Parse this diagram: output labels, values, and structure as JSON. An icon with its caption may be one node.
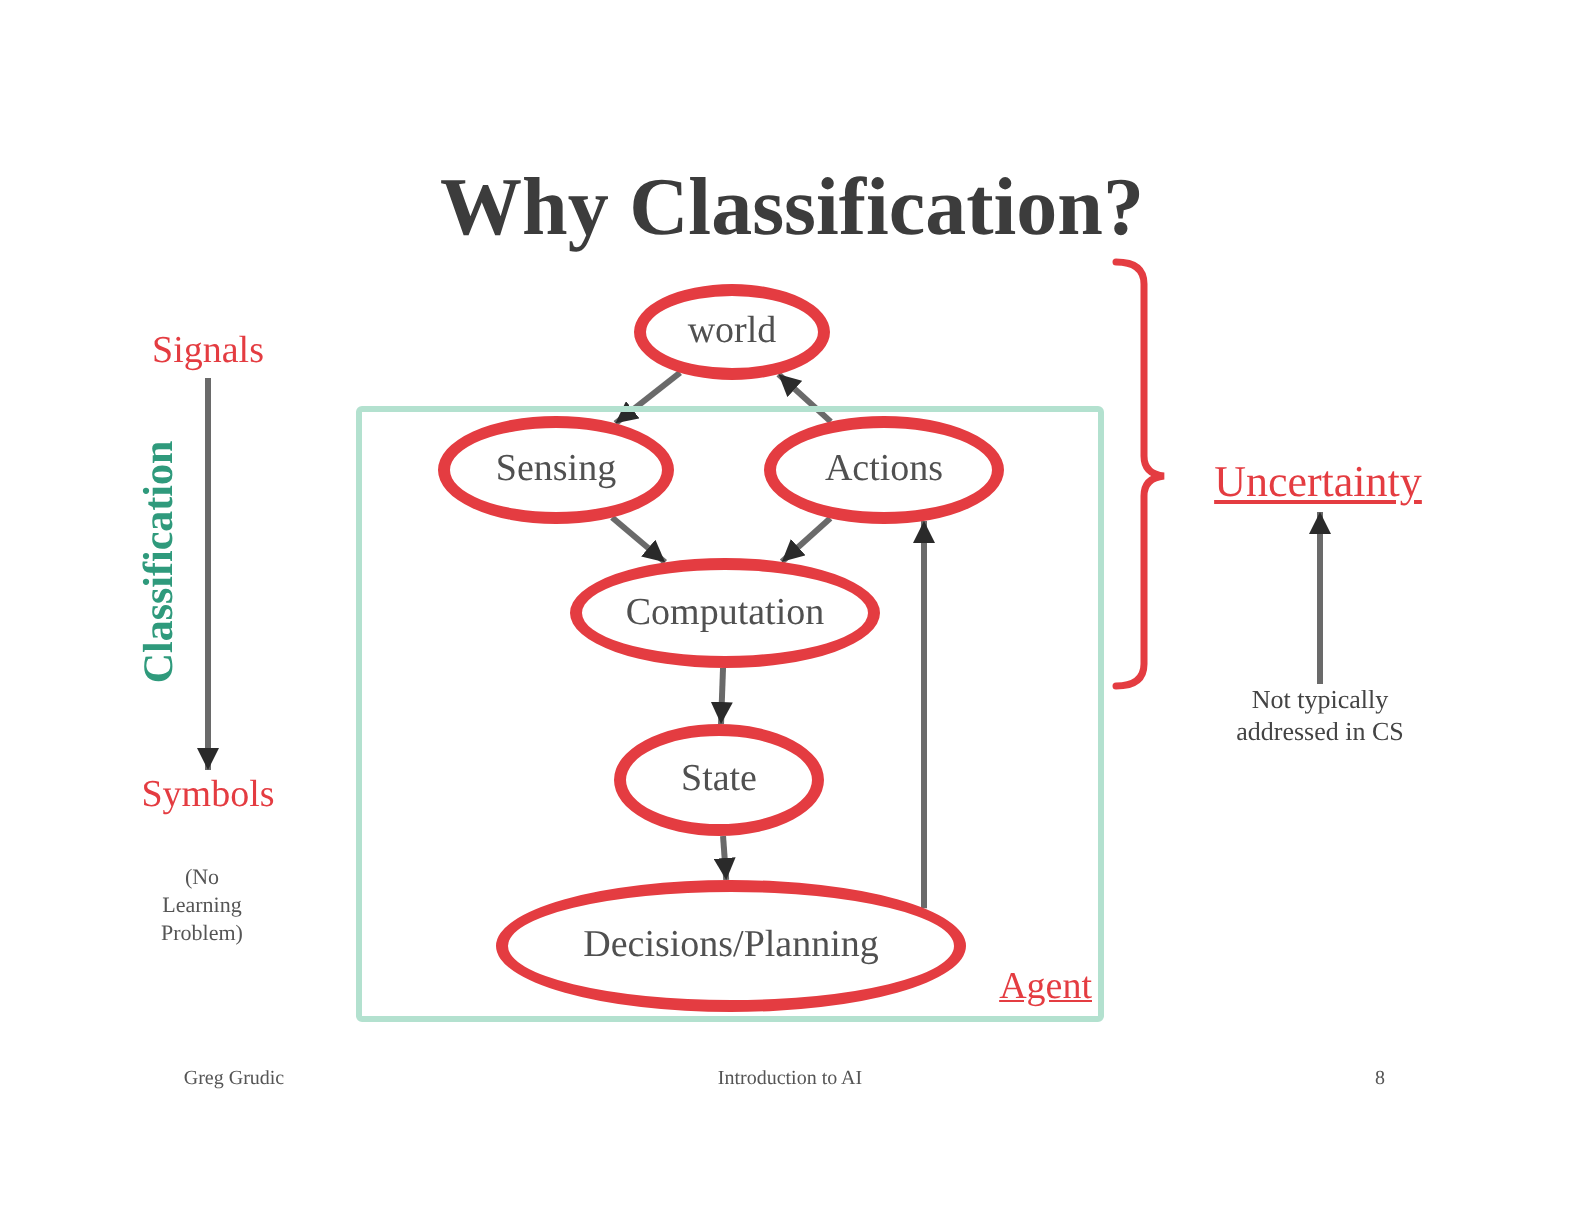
{
  "diagram": {
    "title": "Why Classification?",
    "nodes": [
      {
        "text": [
          "world"
        ]
      },
      {
        "text": [
          "Agent"
        ]
      },
      {
        "text": [
          "Sensing"
        ],
        "in": 1
      },
      {
        "text": [
          "Actions"
        ],
        "in": 1
      },
      {
        "text": [
          "Computation"
        ],
        "in": 1
      },
      {
        "text": [
          "State"
        ],
        "in": 1
      },
      {
        "text": [
          "Decisions/Planning"
        ],
        "in": 1
      },
      {
        "text": [
          "Signals"
        ]
      },
      {
        "text": [
          "Symbols"
        ]
      },
      {
        "text": [
          "Uncertainty"
        ]
      },
      {
        "text": [
          "Not typically addressed in CS"
        ]
      }
    ],
    "edges": [
      {
        "from": 0,
        "to": 2,
        "arrow": "to"
      },
      {
        "from": 3,
        "to": 0,
        "arrow": "to"
      },
      {
        "from": 2,
        "to": 4,
        "arrow": "to"
      },
      {
        "from": 3,
        "to": 4,
        "arrow": "to"
      },
      {
        "from": 4,
        "to": 5,
        "arrow": "to"
      },
      {
        "from": 5,
        "to": 6,
        "arrow": "to"
      },
      {
        "from": 6,
        "to": 3,
        "arrow": "to"
      },
      {
        "from": 7,
        "to": 8,
        "arrow": "to",
        "label": "Classification"
      },
      {
        "from": 10,
        "to": 9,
        "arrow": "to"
      }
    ],
    "labels": [
      "(No Learning Problem)",
      "Greg Grudic",
      "Introduction to AI",
      "8"
    ]
  }
}
